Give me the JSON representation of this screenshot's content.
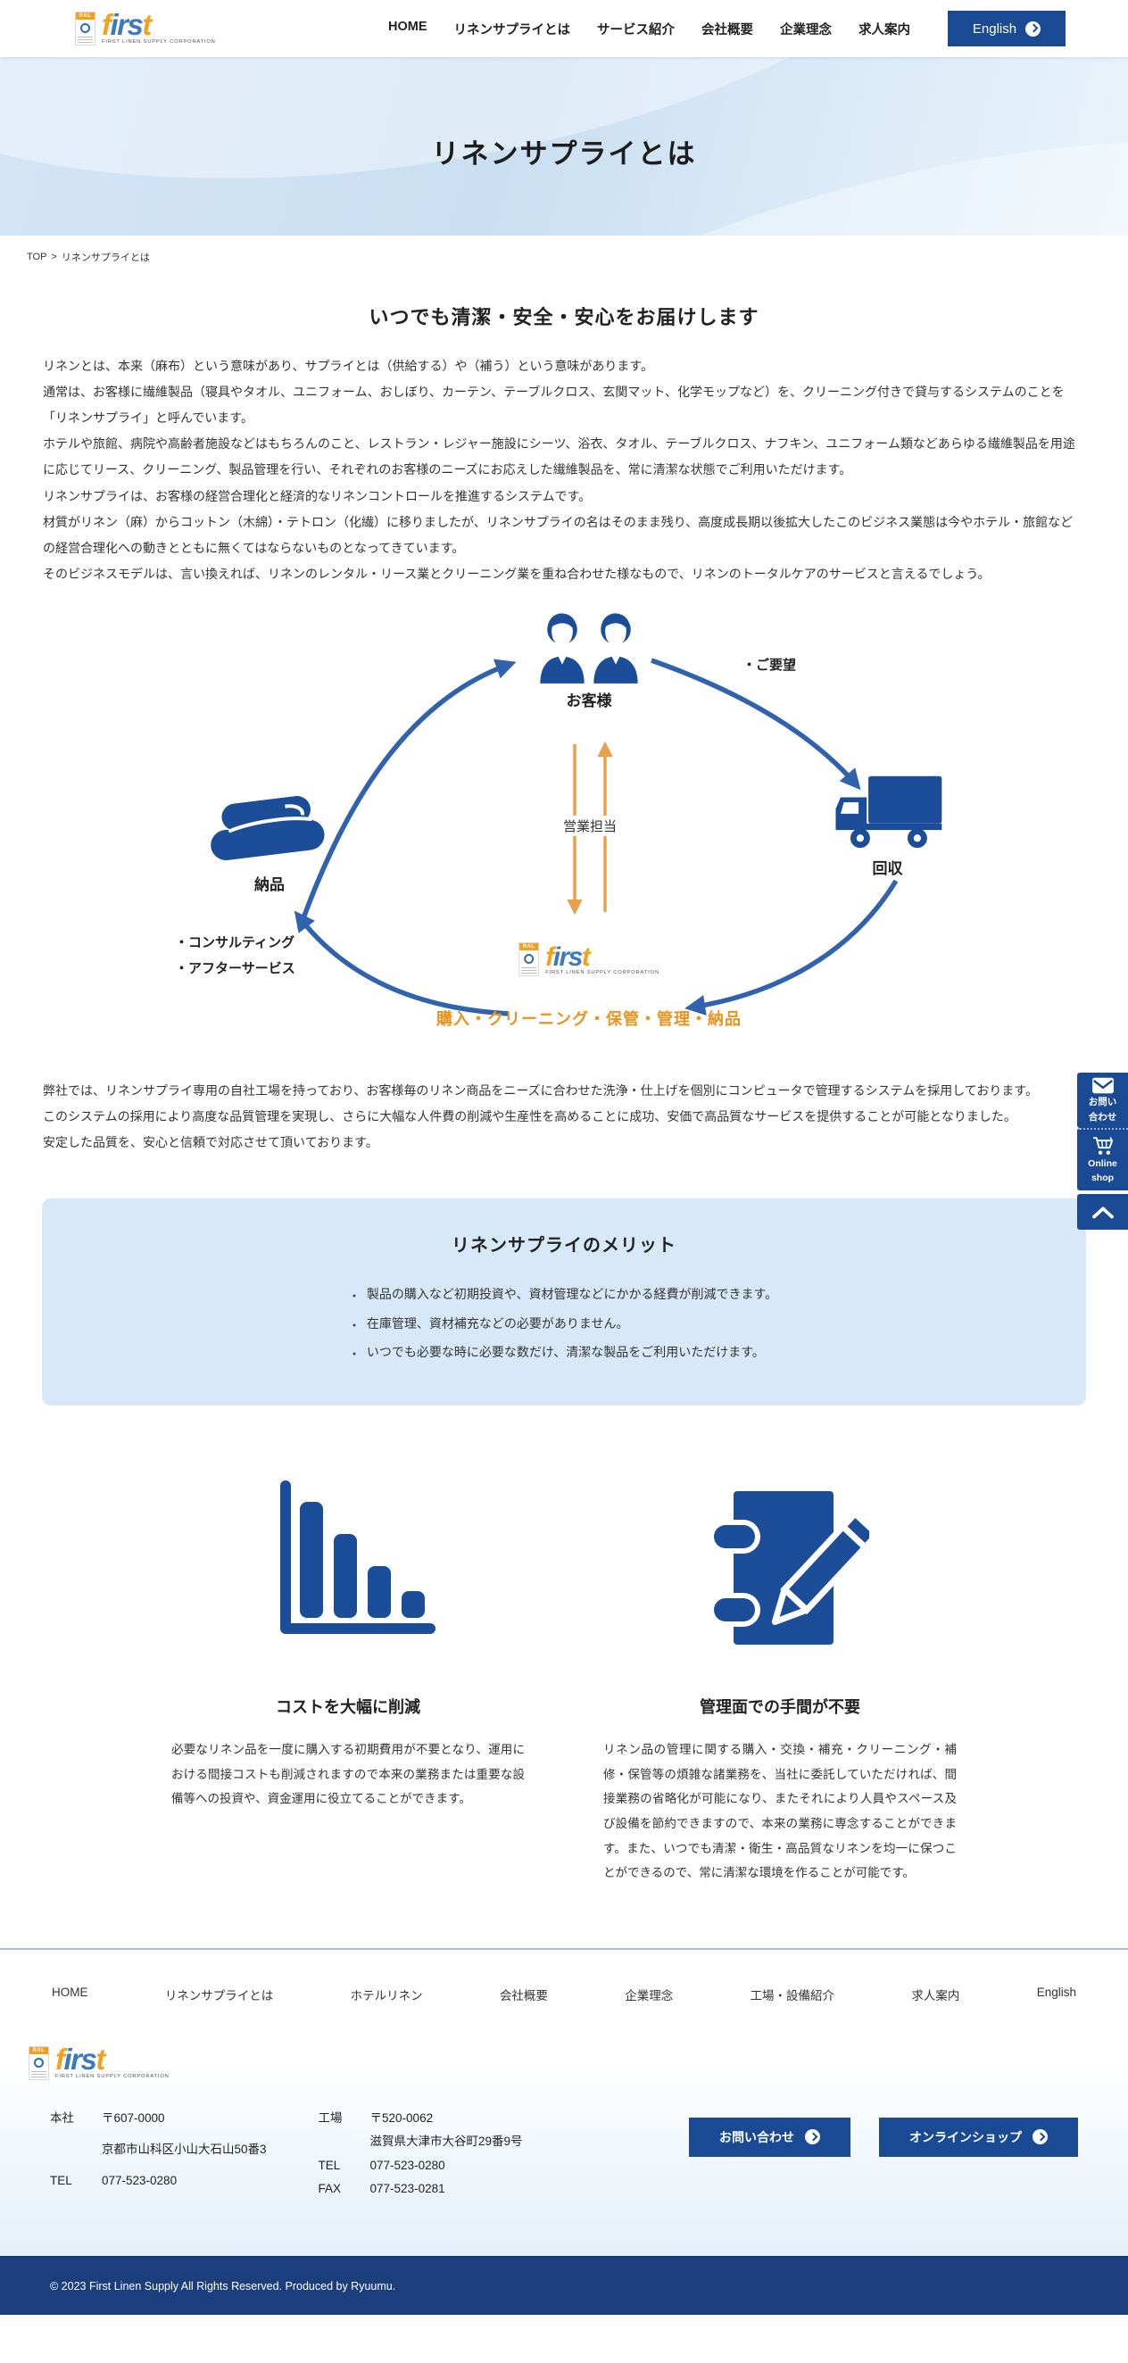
{
  "logo": {
    "f": "f",
    "irs": "irs",
    "t": "t",
    "sub": "FIRST LINEN SUPPLY CORPORATION",
    "badge": "RAL"
  },
  "header": {
    "nav": [
      "HOME",
      "リネンサプライとは",
      "サービス紹介",
      "会社概要",
      "企業理念",
      "求人案内"
    ],
    "english_label": "English"
  },
  "hero": {
    "title": "リネンサプライとは"
  },
  "breadcrumb": {
    "root": "TOP",
    "separator": ">",
    "current": "リネンサプライとは"
  },
  "intro": {
    "heading": "いつでも清潔・安全・安心をお届けします",
    "paragraphs": [
      "リネンとは、本来（麻布）という意味があり、サプライとは（供給する）や（補う）という意味があります。",
      "通常は、お客様に繊維製品（寝具やタオル、ユニフォーム、おしぼり、カーテン、テーブルクロス、玄関マット、化学モップなど）を、クリーニング付きで貸与するシステムのことを「リネンサプライ」と呼んでいます。",
      "ホテルや旅館、病院や高齢者施設などはもちろんのこと、レストラン・レジャー施設にシーツ、浴衣、タオル、テーブルクロス、ナフキン、ユニフォーム類などあらゆる繊維製品を用途に応じてリース、クリーニング、製品管理を行い、それぞれのお客様のニーズにお応えした繊維製品を、常に清潔な状態でご利用いただけます。",
      "リネンサプライは、お客様の経営合理化と経済的なリネンコントロールを推進するシステムです。",
      "材質がリネン（麻）からコットン（木綿）・テトロン（化繊）に移りましたが、リネンサプライの名はそのまま残り、高度成長期以後拡大したこのビジネス業態は今やホテル・旅館などの経営合理化への動きとともに無くてはならないものとなってきています。",
      "そのビジネスモデルは、言い換えれば、リネンのレンタル・リース業とクリーニング業を重ね合わせた様なもので、リネンのトータルケアのサービスと言えるでしょう。"
    ]
  },
  "diagram": {
    "customer": "お客様",
    "request": "・ご要望",
    "delivery": "納品",
    "collection": "回収",
    "sales": "営業担当",
    "consulting": "・コンサルティング",
    "after_service": "・アフターサービス",
    "process": "購入・クリーニング・保管・管理・納品"
  },
  "factory": {
    "paragraphs": [
      "弊社では、リネンサプライ専用の自社工場を持っており、お客様毎のリネン商品をニーズに合わせた洗浄・仕上げを個別にコンピュータで管理するシステムを採用しております。",
      "このシステムの採用により高度な品質管理を実現し、さらに大幅な人件費の削減や生産性を高めることに成功、安価で高品質なサービスを提供することが可能となりました。",
      "安定した品質を、安心と信頼で対応させて頂いております。"
    ]
  },
  "merits": {
    "title": "リネンサプライのメリット",
    "items": [
      "製品の購入など初期投資や、資材管理などにかかる経費が削減できます。",
      "在庫管理、資材補充などの必要がありません。",
      "いつでも必要な時に必要な数だけ、清潔な製品をご利用いただけます。"
    ]
  },
  "features": [
    {
      "title": "コストを大幅に削減",
      "text": "必要なリネン品を一度に購入する初期費用が不要となり、運用における間接コストも削減されますので本来の業務または重要な設備等への投資や、資金運用に役立てることができます。"
    },
    {
      "title": "管理面での手間が不要",
      "text": "リネン品の管理に関する購入・交換・補充・クリーニング・補修・保管等の煩雑な諸業務を、当社に委託していただければ、間接業務の省略化が可能になり、またそれにより人員やスペース及び設備を節約できますので、本来の業務に専念することができます。また、いつでも清潔・衛生・高品質なリネンを均一に保つことができるので、常に清潔な環境を作ることが可能です。"
    }
  ],
  "floating": {
    "contact": {
      "line1": "お問い",
      "line2": "合わせ"
    },
    "shop": {
      "line1": "Online",
      "line2": "shop"
    }
  },
  "footer": {
    "nav": [
      "HOME",
      "リネンサプライとは",
      "ホテルリネン",
      "会社概要",
      "企業理念",
      "工場・設備紹介",
      "求人案内",
      "English"
    ],
    "offices": [
      {
        "label": "本社",
        "postal": "〒607-0000",
        "address": "京都市山科区小山大石山50番3",
        "tel_label": "TEL",
        "tel": "077-523-0280"
      },
      {
        "label": "工場",
        "postal": "〒520-0062",
        "address": "滋賀県大津市大谷町29番9号",
        "tel_label": "TEL",
        "tel": "077-523-0280",
        "fax_label": "FAX",
        "fax": "077-523-0281"
      }
    ],
    "buttons": [
      "お問い合わせ",
      "オンラインショップ"
    ],
    "copyright": "© 2023 First Linen Supply All Rights Reserved. Produced by Ryuumu."
  },
  "colors": {
    "primary_navy": "#1a4a94",
    "accent_orange": "#e8941f",
    "arrow_blue": "#3062ad",
    "merit_bg": "#d7e9f8"
  }
}
